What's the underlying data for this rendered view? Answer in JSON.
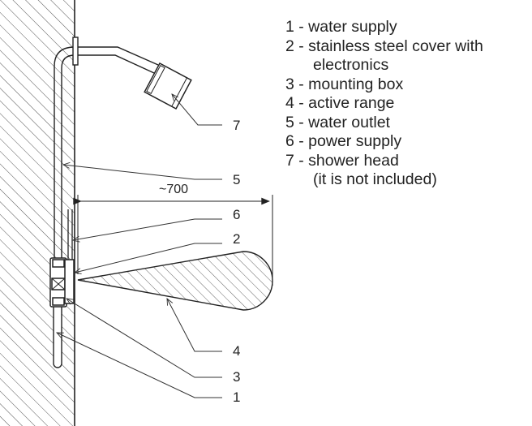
{
  "dimension_label": "~700",
  "callouts": {
    "c5": "5",
    "c6": "6",
    "c2": "2",
    "c4": "4",
    "c3": "3",
    "c1": "1",
    "c7": "7"
  },
  "legend": [
    "1 - water supply",
    "2 - stainless steel cover with",
    "electronics",
    "3 - mounting box",
    "4 - active range",
    "5 - water outlet",
    "6 - power supply",
    "7 - shower head",
    "(it is not included)"
  ]
}
